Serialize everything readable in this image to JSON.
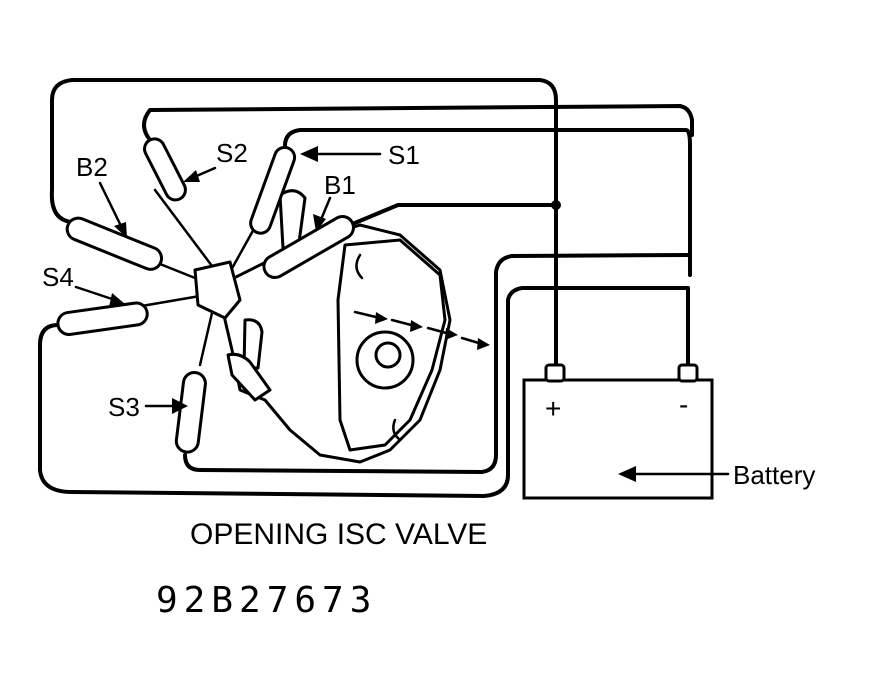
{
  "labels": {
    "s1": "S1",
    "s2": "S2",
    "b1": "B1",
    "b2": "B2",
    "s3": "S3",
    "s4": "S4",
    "battery": "Battery",
    "plus": "+",
    "minus": "-"
  },
  "caption": "OPENING ISC VALVE",
  "figure_code": "92B27673"
}
